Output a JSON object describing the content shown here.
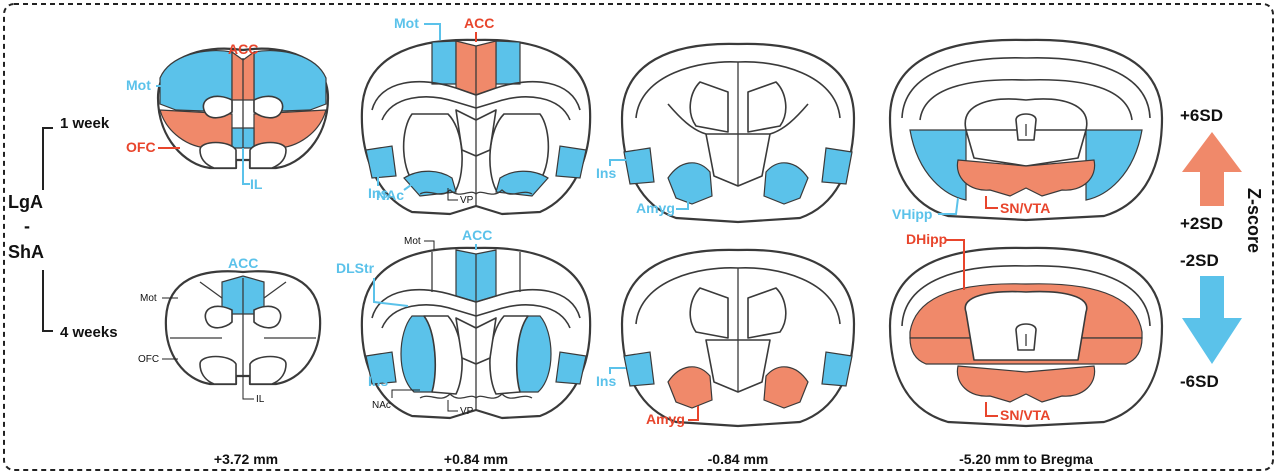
{
  "colors": {
    "increase": "#f0896a",
    "decrease": "#5bc2ea",
    "label_increase": "#e8452c",
    "label_decrease": "#5bc2ea"
  },
  "comparison": {
    "top": "LgA",
    "dash": "-",
    "bottom": "ShA"
  },
  "timepoints": {
    "week1": "1 week",
    "week4": "4 weeks"
  },
  "scale": {
    "title": "Z-score",
    "plus6": "+6SD",
    "plus2": "+2SD",
    "minus2": "-2SD",
    "minus6": "-6SD"
  },
  "coordinates": [
    "+3.72 mm",
    "+0.84 mm",
    "-0.84 mm",
    "-5.20 mm to Bregma"
  ],
  "labels": {
    "acc": "ACC",
    "mot": "Mot",
    "ofc": "OFC",
    "il": "IL",
    "ins": "Ins",
    "nac": "NAc",
    "vp": "VP",
    "dlstr": "DLStr",
    "amyg": "Amyg",
    "vhipp": "VHipp",
    "dhipp": "DHipp",
    "snvta": "SN/VTA"
  }
}
